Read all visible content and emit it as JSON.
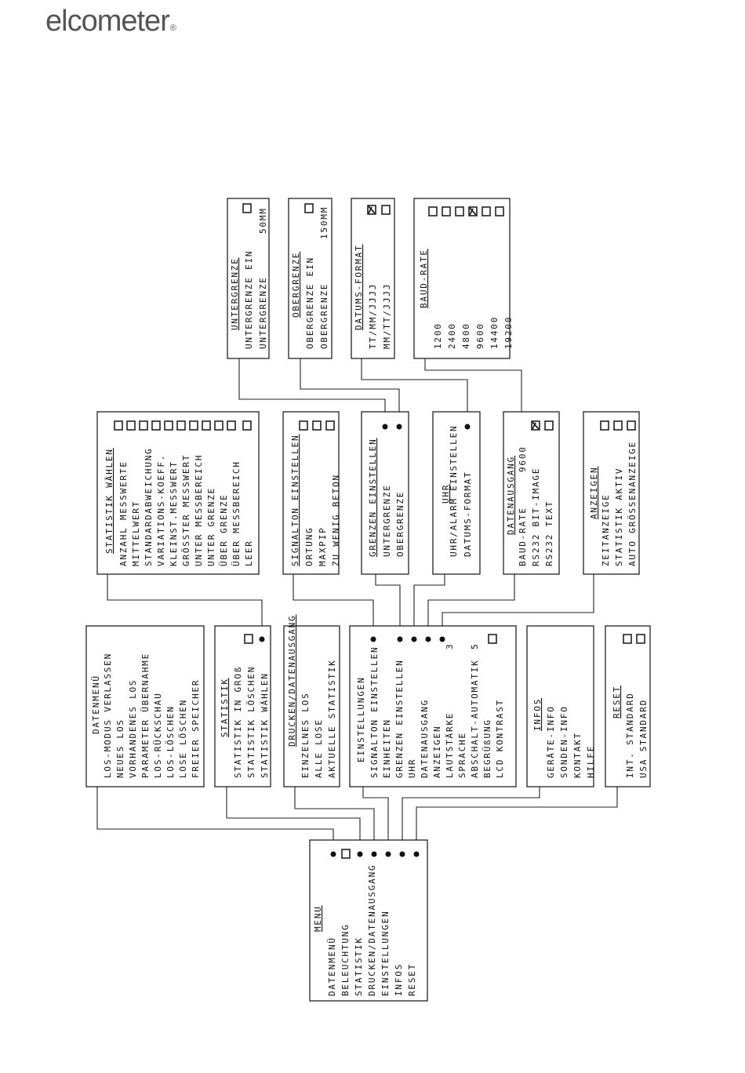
{
  "brand": {
    "logo_text": "elcometer"
  },
  "boxes": {
    "menu": {
      "title": "MENU",
      "items": [
        "DATENMENÜ",
        "BELEUCHTUNG",
        "STATISTIK",
        "DRUCKEN/DATENAUSGANG",
        "EINSTELLUNGEN",
        "INFOS",
        "RESET"
      ]
    },
    "datenmenu": {
      "title": "DATENMENÜ",
      "items": [
        "LOS-MODUS VERLASSEN",
        "NEUES LOS",
        "VORHANDENES LOS",
        "PARAMETER ÜBERNAHME",
        "LOS-RÜCKSCHAU",
        "LOS-LÖSCHEN",
        "LOSE LÖSCHEN",
        "FREIER SPEICHER"
      ]
    },
    "statistik": {
      "title": "STATISTIK",
      "items": [
        "STATISTIK IN GROß",
        "STATISTIK LÖSCHEN",
        "STATISTIK WÄHLEN"
      ]
    },
    "drucken": {
      "title": "DRUCKEN/DATENAUSGANG",
      "items": [
        "EINZELNES LOS",
        "ALLE LOSE",
        "AKTUELLE STATISTIK"
      ]
    },
    "einstellungen": {
      "title": "EINSTELLUNGEN",
      "items": [
        "SIGNALTON EINSTELLEN",
        "EINHEITEN",
        "GRENZEN EINSTELLEN",
        "UHR",
        "DATENAUSGANG",
        "ANZEIGEN",
        "LAUTSTÄRKE",
        "SPRACHE",
        "ABSCHALT-AUTOMATIK",
        "BEGRÜßUNG",
        "LCD KONTRAST"
      ],
      "lautstaerke_value": "3",
      "abschalt_value": "5"
    },
    "infos": {
      "title": "INFOS",
      "items": [
        "GERÄTE-INFO",
        "SONDEN-INFO",
        "KONTAKT",
        "HILFE"
      ]
    },
    "reset": {
      "title": "RESET",
      "items": [
        "INT. STANDARD",
        "USA STANDARD"
      ]
    },
    "statistik_waehlen": {
      "title": "STATISTIK WÄHLEN",
      "items": [
        "ANZAHL MESSWERTE",
        "MITTELWERT",
        "STANDARDABWEICHUNG",
        "VARIATIONS-KOEFF.",
        "KLEINST.MESSWERT",
        "GRÖSSTER MESSWERT",
        "UNTER MESSBEREICH",
        "UNTER GRENZE",
        "ÜBER GRENZE",
        "ÜBER MESSBEREICH",
        "LEER"
      ]
    },
    "signalton": {
      "title": "SIGNALTON EINSTELLEN",
      "items": [
        "ORTUNG",
        "MAXPIP",
        "ZU WENIG BETON"
      ]
    },
    "grenzen": {
      "title": "GRENZEN EINSTELLEN",
      "items": [
        "UNTERGRENZE",
        "OBERGRENZE"
      ]
    },
    "uhr": {
      "title": "UHR",
      "items": [
        "UHR/ALARM EINSTELLEN",
        "DATUMS-FORMAT"
      ]
    },
    "datenausgang": {
      "title": "DATENAUSGANG",
      "items": [
        "BAUD-RATE",
        "RS232 BIT-IMAGE",
        "RS232 TEXT"
      ],
      "baud_value": "9600"
    },
    "anzeigen": {
      "title": "ANZEIGEN",
      "items": [
        "ZEITANZEIGE",
        "STATISTIK AKTIV",
        "AUTO GRÖSSENANZEIGE"
      ]
    },
    "untergrenze": {
      "title": "UNTERGRENZE",
      "items": [
        "UNTERGRENZE EIN",
        "UNTERGRENZE"
      ],
      "value": "50MM"
    },
    "obergrenze": {
      "title": "OBERGRENZE",
      "items": [
        "OBERGRENZE EIN",
        "OBERGRENZE"
      ],
      "value": "150MM"
    },
    "datumsformat": {
      "title": "DATUMS-FORMAT",
      "items": [
        "TT/MM/JJJJ",
        "MM/TT/JJJJ"
      ]
    },
    "baudrate": {
      "title": "BAUD-RATE",
      "items": [
        "1200",
        "2400",
        "4800",
        "9600",
        "14400",
        "19200"
      ]
    }
  }
}
